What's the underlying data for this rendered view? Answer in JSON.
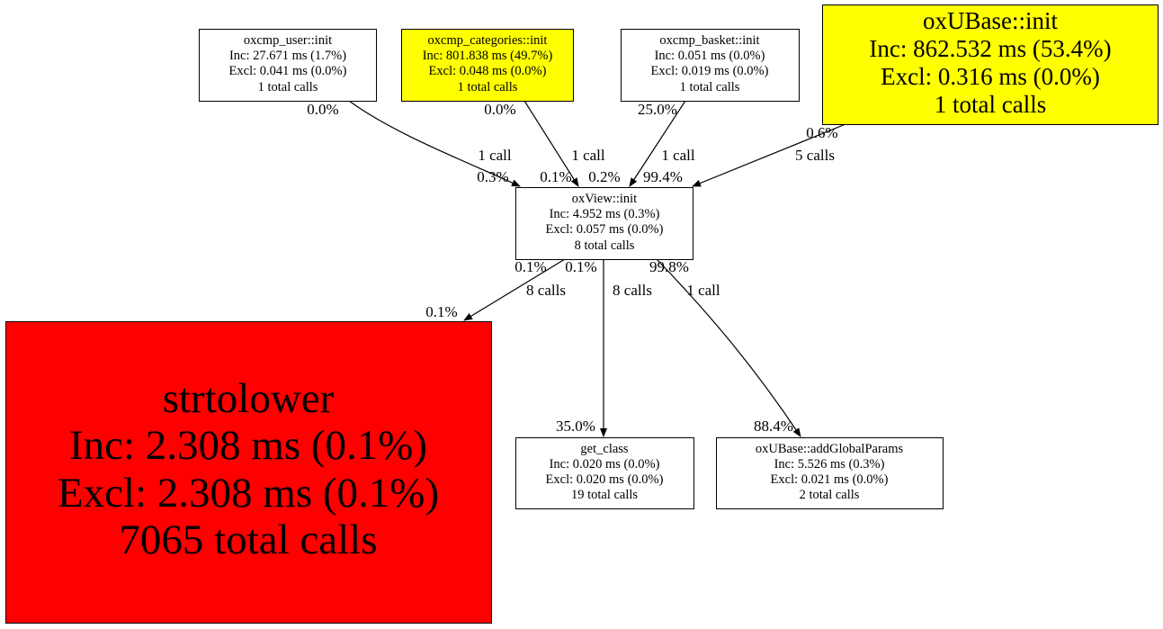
{
  "nodes": {
    "user": {
      "name": "oxcmp_user::init",
      "inc": "Inc: 27.671 ms (1.7%)",
      "excl": "Excl: 0.041 ms (0.0%)",
      "calls": "1 total calls",
      "color": "#ffffff"
    },
    "categories": {
      "name": "oxcmp_categories::init",
      "inc": "Inc: 801.838 ms (49.7%)",
      "excl": "Excl: 0.048 ms (0.0%)",
      "calls": "1 total calls",
      "color": "#ffff00"
    },
    "basket": {
      "name": "oxcmp_basket::init",
      "inc": "Inc: 0.051 ms (0.0%)",
      "excl": "Excl: 0.019 ms (0.0%)",
      "calls": "1 total calls",
      "color": "#ffffff"
    },
    "ubase": {
      "name": "oxUBase::init",
      "inc": "Inc: 862.532 ms (53.4%)",
      "excl": "Excl: 0.316 ms (0.0%)",
      "calls": "1 total calls",
      "color": "#ffff00"
    },
    "view": {
      "name": "oxView::init",
      "inc": "Inc: 4.952 ms (0.3%)",
      "excl": "Excl: 0.057 ms (0.0%)",
      "calls": "8 total calls",
      "color": "#ffffff"
    },
    "strtolower": {
      "name": "strtolower",
      "inc": "Inc: 2.308 ms (0.1%)",
      "excl": "Excl: 2.308 ms (0.1%)",
      "calls": "7065 total calls",
      "color": "#ff0000"
    },
    "getclass": {
      "name": "get_class",
      "inc": "Inc: 0.020 ms (0.0%)",
      "excl": "Excl: 0.020 ms (0.0%)",
      "calls": "19 total calls",
      "color": "#ffffff"
    },
    "addglobal": {
      "name": "oxUBase::addGlobalParams",
      "inc": "Inc: 5.526 ms (0.3%)",
      "excl": "Excl: 0.021 ms (0.0%)",
      "calls": "2 total calls",
      "color": "#ffffff"
    }
  },
  "edges": {
    "user_view": {
      "tail": "0.0%",
      "label": "1 call",
      "head": "0.3%"
    },
    "categories_view": {
      "tail": "0.0%",
      "label": "1 call",
      "head": "0.1%"
    },
    "basket_view": {
      "tail": "25.0%",
      "label": "1 call",
      "head": "0.2%"
    },
    "ubase_view": {
      "tail": "0.6%",
      "label": "5 calls",
      "head": "99.4%"
    },
    "view_strtolower": {
      "tail": "0.1%",
      "label": "8 calls",
      "head": "0.1%"
    },
    "view_getclass": {
      "tail": "0.1%",
      "label": "8 calls",
      "head": "35.0%"
    },
    "view_addglobal": {
      "tail": "99.8%",
      "label": "1 call",
      "head": "88.4%"
    }
  }
}
